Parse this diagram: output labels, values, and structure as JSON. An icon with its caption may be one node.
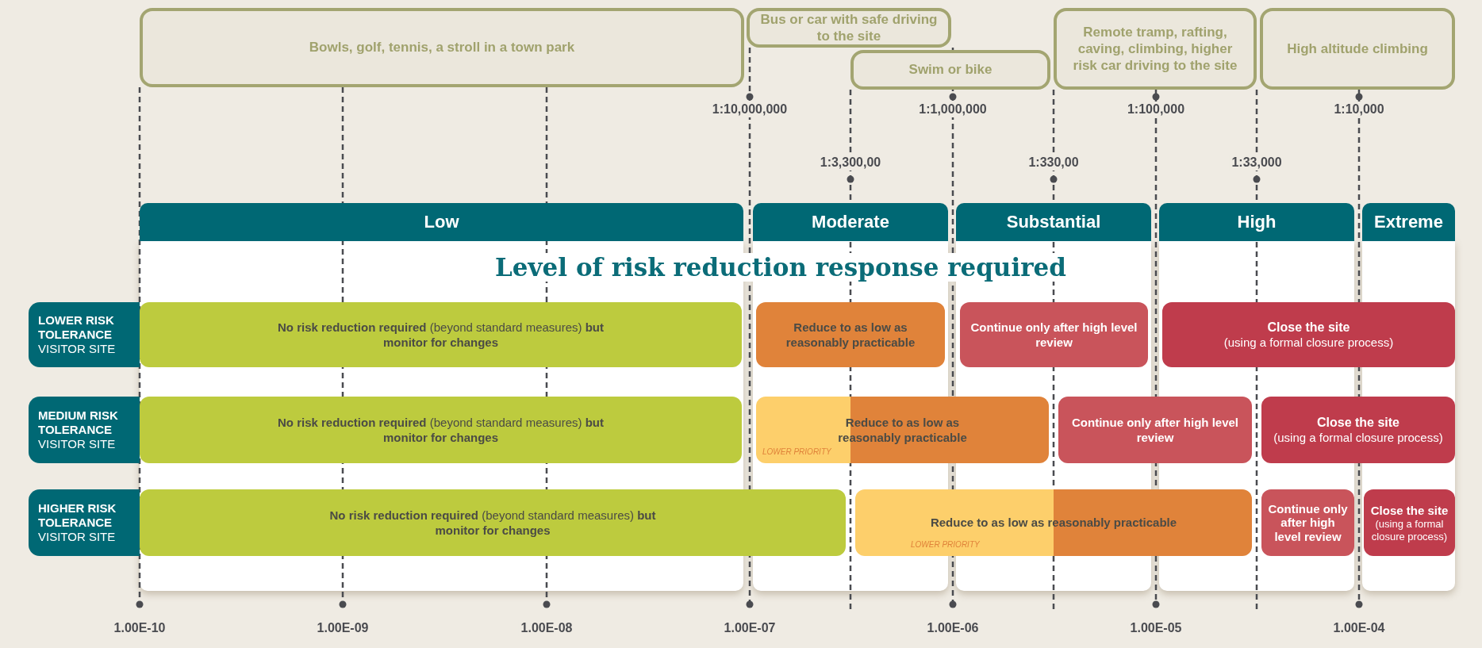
{
  "diagram": {
    "title": "Level of risk reduction response required",
    "nodes": [
      {
        "text": [
          "Bowls, golf, tennis, a stroll in a town park"
        ]
      },
      {
        "text": [
          "Bus or car with safe driving to the site"
        ]
      },
      {
        "text": [
          "Swim or bike"
        ]
      },
      {
        "text": [
          "Remote tramp, rafting, caving, climbing, higher risk car driving to the site"
        ]
      },
      {
        "text": [
          "High altitude climbing"
        ]
      },
      {
        "text": [
          "Low"
        ]
      },
      {
        "text": [
          "Moderate"
        ]
      },
      {
        "text": [
          "Substantial"
        ]
      },
      {
        "text": [
          "High"
        ]
      },
      {
        "text": [
          "Extreme"
        ]
      },
      {
        "text": [
          "**LOWER RISK TOLERANCE** VISITOR SITE"
        ]
      },
      {
        "text": [
          "**MEDIUM RISK TOLERANCE** VISITOR SITE"
        ]
      },
      {
        "text": [
          "**HIGHER RISK TOLERANCE** VISITOR SITE"
        ]
      },
      {
        "text": [
          "**No risk reduction required** (beyond standard measures) **but monitor for changes**"
        ]
      },
      {
        "text": [
          "Reduce to as low as reasonably practicable"
        ]
      },
      {
        "text": [
          "Continue only after high level review"
        ]
      },
      {
        "text": [
          "Close the site",
          "(using a formal closure process)"
        ]
      },
      {
        "text": [
          "**No risk reduction required** (beyond standard measures) **but monitor for changes**"
        ]
      },
      {
        "text": [
          "Reduce to as low as reasonably practicable",
          "LOWER PRIORITY"
        ]
      },
      {
        "text": [
          "Continue only after high level review"
        ]
      },
      {
        "text": [
          "Close the site",
          "(using a formal closure process)"
        ]
      },
      {
        "text": [
          "**No risk reduction required** (beyond standard measures) **but monitor for changes**"
        ]
      },
      {
        "text": [
          "Reduce to as low as reasonably practicable",
          "LOWER PRIORITY"
        ]
      },
      {
        "text": [
          "Continue only after high level review"
        ]
      },
      {
        "text": [
          "Close the site",
          "(using a formal closure process)"
        ]
      }
    ],
    "labels": [
      "1:10,000,000",
      "1:1,000,000",
      "1:100,000",
      "1:10,000",
      "1:3,300,00",
      "1:330,00",
      "1:33,000",
      "1.00E-10",
      "1.00E-09",
      "1.00E-08",
      "1.00E-07",
      "1.00E-06",
      "1.00E-05",
      "1.00E-04"
    ]
  }
}
